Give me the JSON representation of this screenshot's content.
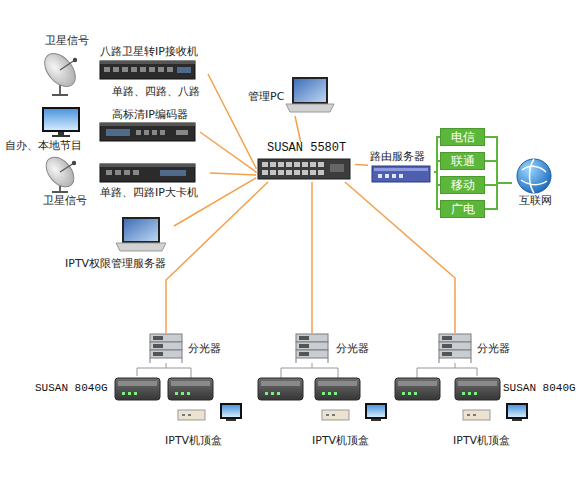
{
  "diagram": {
    "nodes": [
      {
        "text": [
          "卫星信号"
        ]
      },
      {
        "text": [
          "八路卫星转IP接收机",
          "单路、四路、八路"
        ]
      },
      {
        "text": [
          "管理PC"
        ]
      },
      {
        "text": [
          "自办、本地节目"
        ]
      },
      {
        "text": [
          "高标清IP编码器"
        ]
      },
      {
        "text": [
          "SUSAN 5580T"
        ]
      },
      {
        "text": [
          "路由服务器"
        ]
      },
      {
        "text": [
          "电信"
        ]
      },
      {
        "text": [
          "联通"
        ]
      },
      {
        "text": [
          "移动"
        ]
      },
      {
        "text": [
          "广电"
        ]
      },
      {
        "text": [
          "互联网"
        ]
      },
      {
        "text": [
          "卫星信号"
        ]
      },
      {
        "text": [
          "单路、四路IP大卡机"
        ]
      },
      {
        "text": [
          "IPTV权限管理服务器"
        ]
      },
      {
        "text": [
          "分光器"
        ]
      },
      {
        "text": [
          "分光器"
        ]
      },
      {
        "text": [
          "分光器"
        ]
      },
      {
        "text": [
          "SUSAN 8040G"
        ]
      },
      {
        "text": [
          "SUSAN 8040G"
        ]
      },
      {
        "text": [
          "IPTV机顶盒"
        ]
      },
      {
        "text": [
          "IPTV机顶盒"
        ]
      },
      {
        "text": [
          "IPTV机顶盒"
        ]
      }
    ],
    "edges": [
      {
        "from": 1,
        "to": 5,
        "arrow": "none"
      },
      {
        "from": 4,
        "to": 5,
        "arrow": "none"
      },
      {
        "from": 13,
        "to": 5,
        "arrow": "none"
      },
      {
        "from": 14,
        "to": 5,
        "arrow": "none"
      },
      {
        "from": 2,
        "to": 5,
        "arrow": "none"
      },
      {
        "from": 5,
        "to": 6,
        "arrow": "none"
      },
      {
        "from": 6,
        "to": 7,
        "arrow": "none"
      },
      {
        "from": 6,
        "to": 8,
        "arrow": "none"
      },
      {
        "from": 6,
        "to": 9,
        "arrow": "none"
      },
      {
        "from": 6,
        "to": 10,
        "arrow": "none"
      },
      {
        "from": 7,
        "to": 11,
        "arrow": "none"
      },
      {
        "from": 8,
        "to": 11,
        "arrow": "none"
      },
      {
        "from": 9,
        "to": 11,
        "arrow": "none"
      },
      {
        "from": 10,
        "to": 11,
        "arrow": "none"
      },
      {
        "from": 5,
        "to": 15,
        "arrow": "none"
      },
      {
        "from": 5,
        "to": 16,
        "arrow": "none"
      },
      {
        "from": 5,
        "to": 17,
        "arrow": "none"
      },
      {
        "from": 15,
        "to": 18,
        "arrow": "none"
      },
      {
        "from": 17,
        "to": 19,
        "arrow": "none"
      }
    ]
  }
}
